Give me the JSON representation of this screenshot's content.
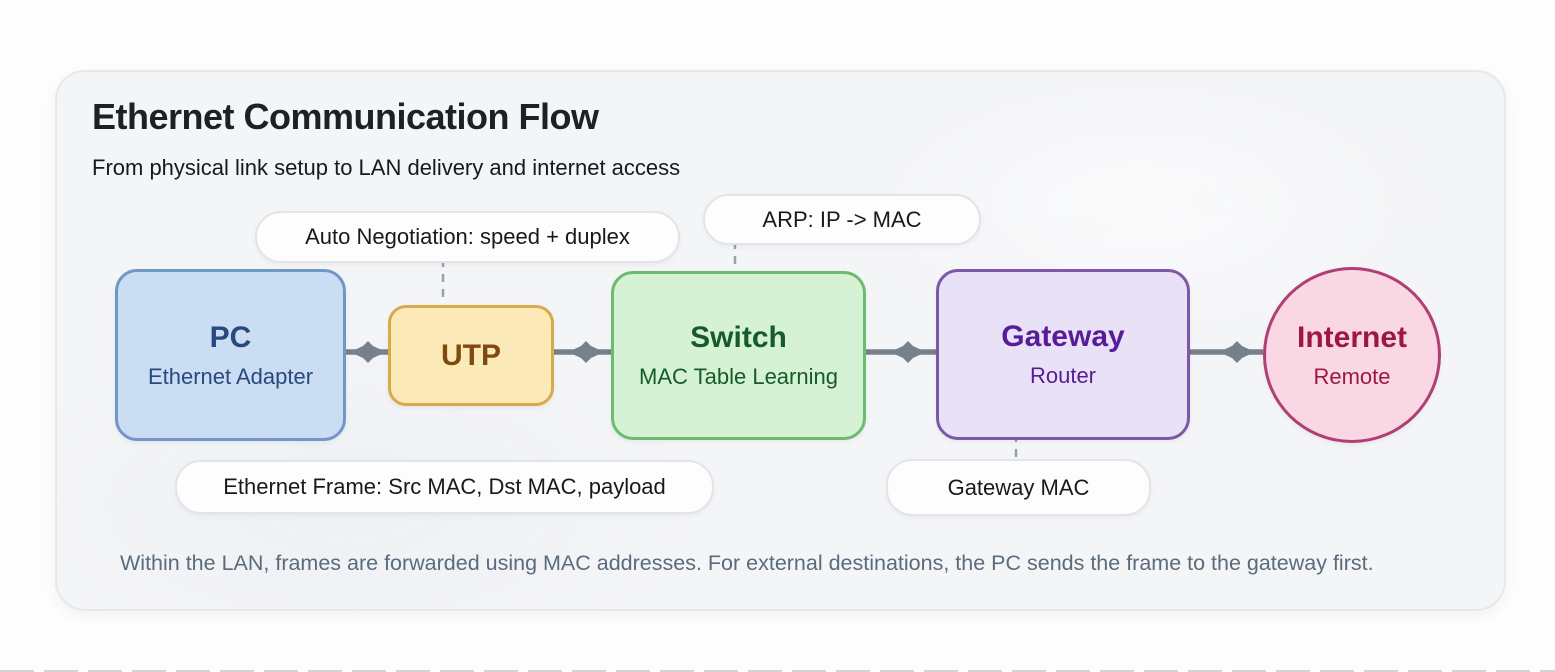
{
  "header": {
    "title": "Ethernet Communication Flow",
    "subtitle": "From physical link setup to LAN delivery and internet access"
  },
  "callouts": [
    {
      "id": "autoneg",
      "label": "Auto Negotiation: speed + duplex"
    },
    {
      "id": "arp",
      "label": "ARP: IP -> MAC"
    },
    {
      "id": "ethframe",
      "label": "Ethernet Frame: Src MAC, Dst MAC, payload"
    },
    {
      "id": "gwmac",
      "label": "Gateway MAC"
    }
  ],
  "nodes": [
    {
      "id": "pc",
      "title": "PC",
      "subtitle": "Ethernet Adapter",
      "shape": "rounded-rect",
      "fill": "#cbddf2",
      "border": "#7097c6",
      "text": "#27497f"
    },
    {
      "id": "utp",
      "title": "UTP",
      "subtitle": "",
      "shape": "rounded-rect",
      "fill": "#fbeab8",
      "border": "#d9a94e",
      "text": "#7d4a10"
    },
    {
      "id": "switch",
      "title": "Switch",
      "subtitle": "MAC Table Learning",
      "shape": "rounded-rect",
      "fill": "#d5f2d4",
      "border": "#6cbb70",
      "text": "#175b2a"
    },
    {
      "id": "gateway",
      "title": "Gateway",
      "subtitle": "Router",
      "shape": "rounded-rect",
      "fill": "#e9e2f6",
      "border": "#7d58a8",
      "text": "#571c9a"
    },
    {
      "id": "internet",
      "title": "Internet",
      "subtitle": "Remote",
      "shape": "circle",
      "fill": "#f9d8e4",
      "border": "#b13f73",
      "text": "#9c1748"
    }
  ],
  "edges": [
    {
      "from": "pc",
      "to": "utp"
    },
    {
      "from": "utp",
      "to": "switch"
    },
    {
      "from": "switch",
      "to": "gateway"
    },
    {
      "from": "gateway",
      "to": "internet"
    }
  ],
  "callout_attachments": [
    {
      "callout": "autoneg",
      "node": "utp",
      "side": "top"
    },
    {
      "callout": "arp",
      "node": "switch",
      "side": "top"
    },
    {
      "callout": "gwmac",
      "node": "gateway",
      "side": "bottom"
    }
  ],
  "footer": {
    "note": "Within the LAN, frames are forwarded using MAC addresses. For external destinations, the PC sends the frame to the gateway first."
  },
  "colors": {
    "connector": "#76818c",
    "dashed_connector": "#97a1aa",
    "card_background": "#f4f5f7",
    "card_border": "#e6e9ec",
    "pill_border": "#e1e4e8",
    "title_text": "#1d2126",
    "footer_text": "#5a6b7b"
  }
}
